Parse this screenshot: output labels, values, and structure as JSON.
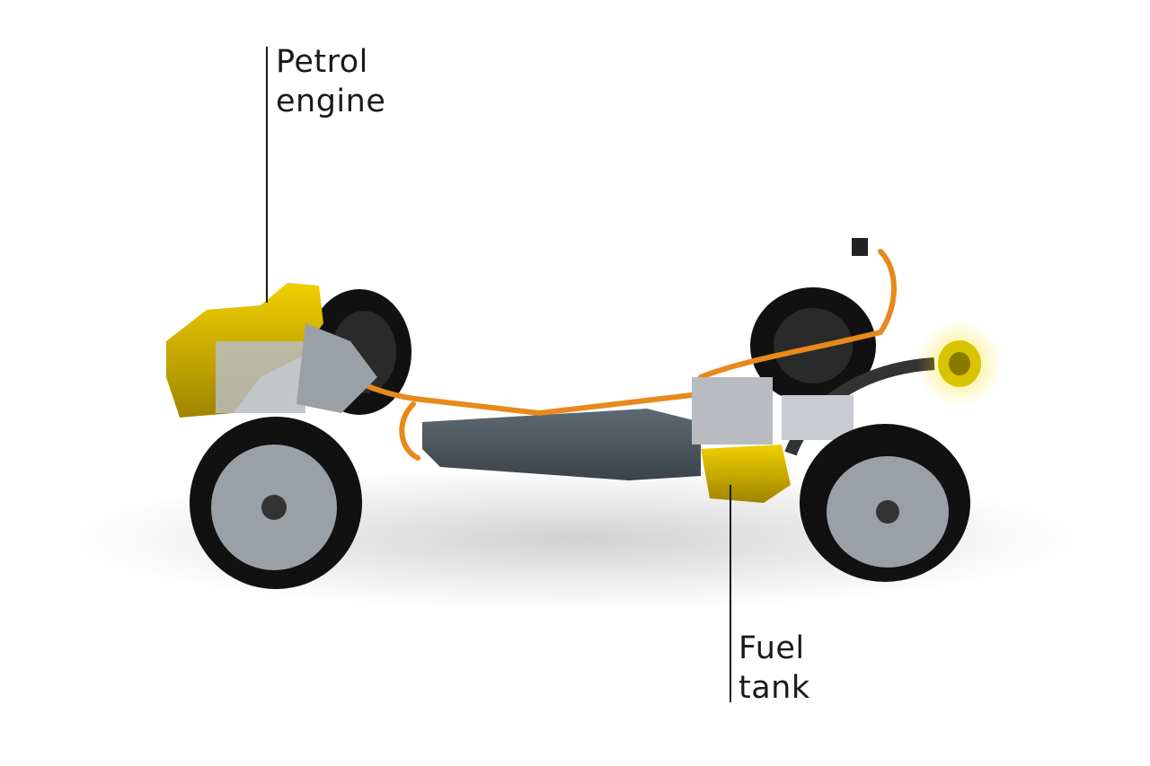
{
  "labels": {
    "engine": {
      "line1": "Petrol",
      "line2": "engine"
    },
    "fuel_tank": {
      "line1": "Fuel",
      "line2": "tank"
    }
  },
  "colors": {
    "component_highlight": "#d8b800",
    "cable": "#e8891c",
    "battery": "#4a545c",
    "tyre": "#111111"
  }
}
